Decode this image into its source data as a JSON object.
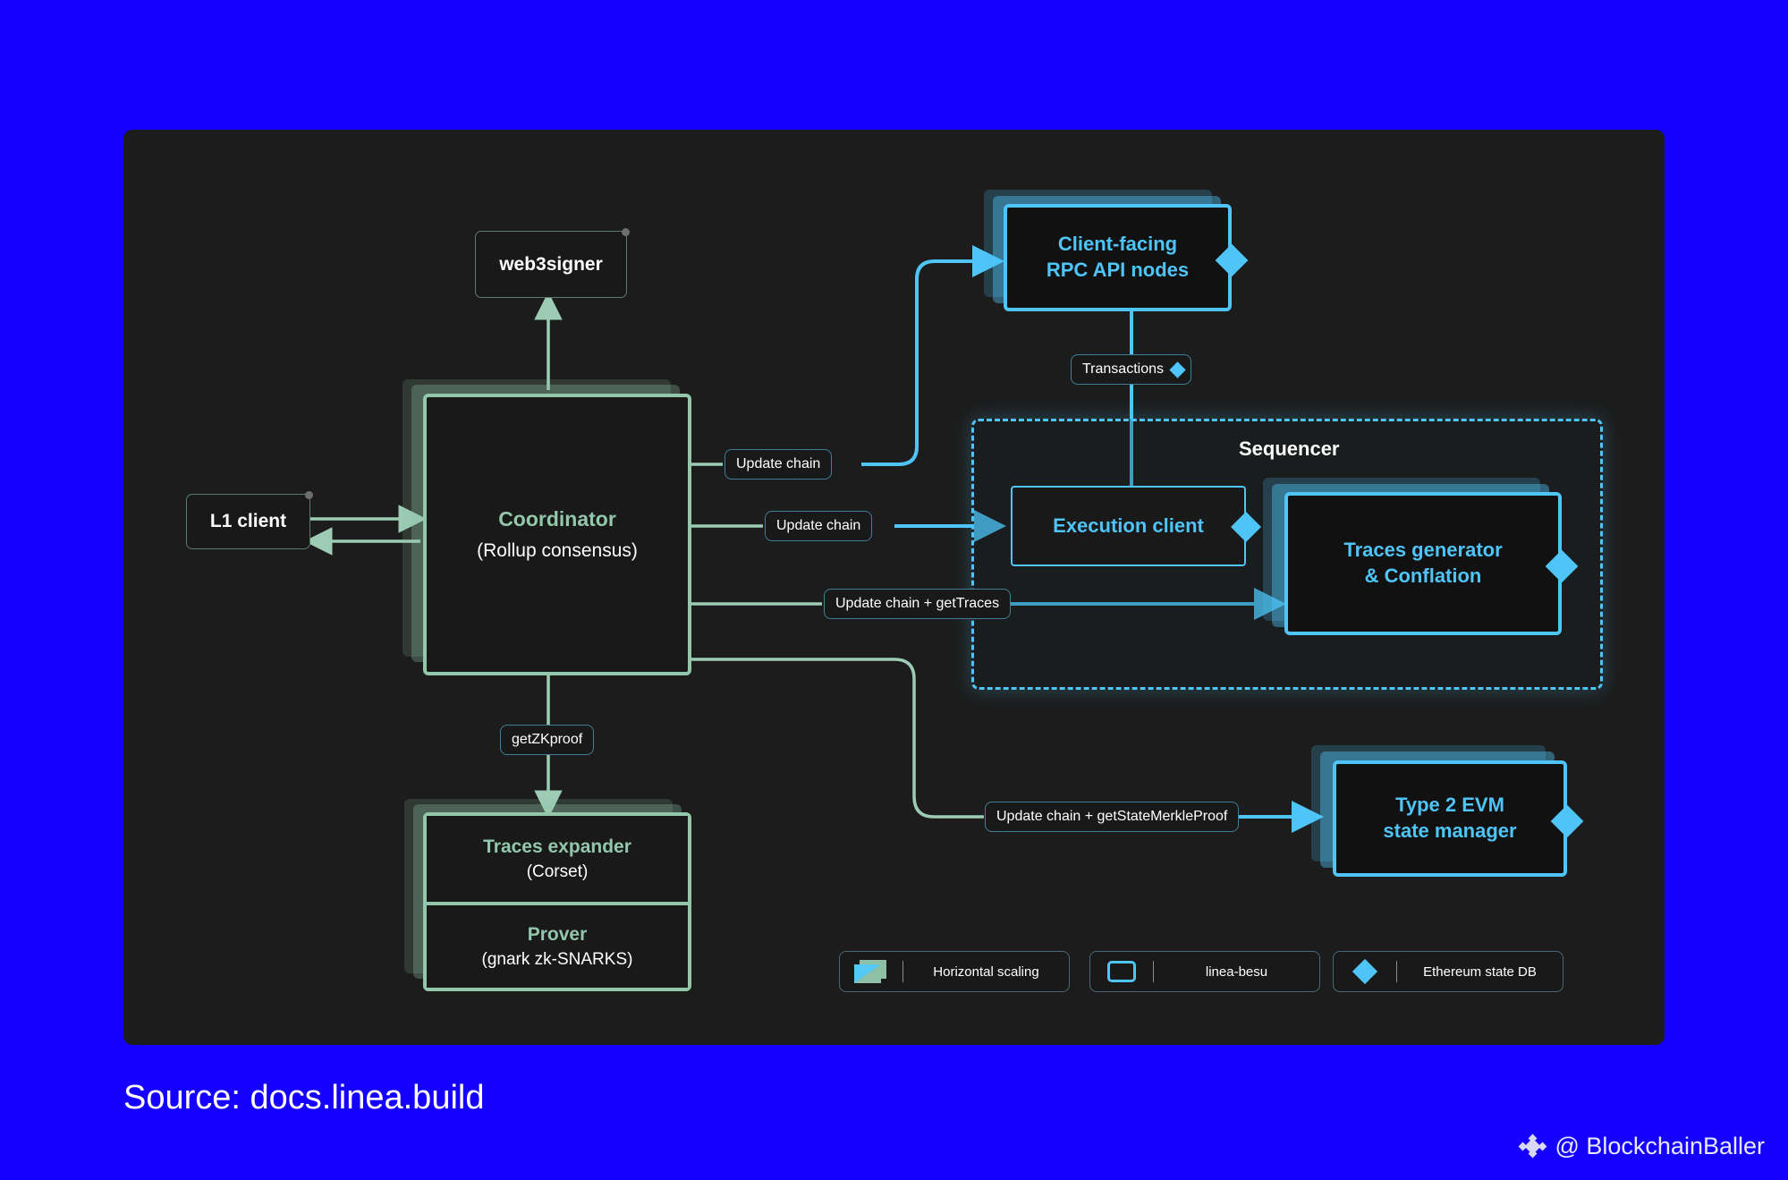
{
  "footer": {
    "source": "Source: docs.linea.build",
    "watermark": "@ BlockchainBaller"
  },
  "nodes": {
    "web3signer": {
      "title": "web3signer"
    },
    "l1_client": {
      "title": "L1 client"
    },
    "coordinator": {
      "title": "Coordinator",
      "subtitle": "(Rollup consensus)"
    },
    "traces_expander": {
      "title": "Traces expander",
      "subtitle": "(Corset)"
    },
    "prover": {
      "title": "Prover",
      "subtitle": "(gnark zk-SNARKS)"
    },
    "rpc_nodes": {
      "line1": "Client-facing",
      "line2": "RPC API nodes"
    },
    "execution_client": {
      "title": "Execution client"
    },
    "traces_generator": {
      "line1": "Traces generator",
      "line2": "& Conflation"
    },
    "state_manager": {
      "line1": "Type 2 EVM",
      "line2": "state manager"
    },
    "sequencer": {
      "label": "Sequencer"
    }
  },
  "edges": {
    "transactions": "Transactions",
    "update_chain_rpc": "Update chain",
    "update_chain_exec": "Update chain",
    "update_chain_traces": "Update chain + getTraces",
    "update_chain_merkle": "Update chain + getStateMerkleProof",
    "get_zk_proof": "getZKproof"
  },
  "legend": [
    {
      "label": "Horizontal scaling",
      "icon": "stacked-cards-icon"
    },
    {
      "label": "linea-besu",
      "icon": "rounded-square-outline-icon"
    },
    {
      "label": "Ethereum state DB",
      "icon": "diamond-icon"
    }
  ],
  "colors": {
    "background": "#1500ff",
    "canvas": "#1c1c1c",
    "mint": "#93c7ac",
    "cyan": "#4ec4f7",
    "text": "#ffffff"
  }
}
